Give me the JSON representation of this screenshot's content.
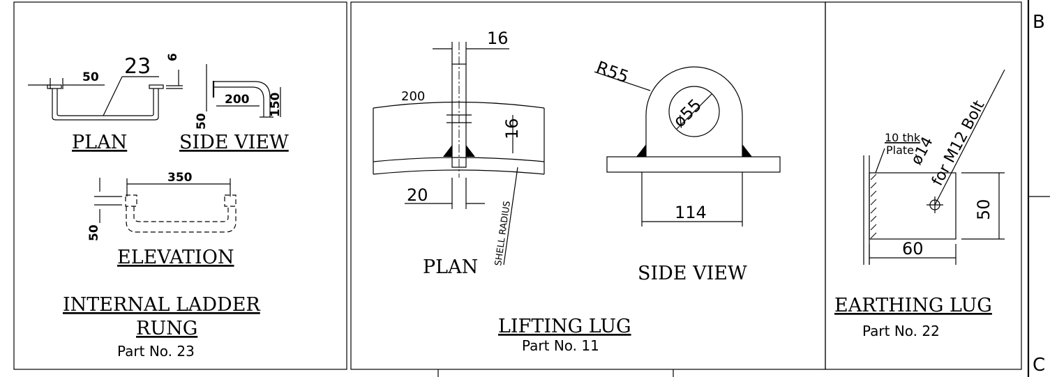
{
  "ladder_rung": {
    "dim_top": "23",
    "dim_50_top": "50",
    "dim_6": "6",
    "dim_200": "200",
    "dim_150": "150",
    "dim_50_side": "50",
    "plan_label": "PLAN",
    "side_view_label": "SIDE  VIEW",
    "dim_350": "350",
    "dim_50_elev": "50",
    "elevation_label": "ELEVATION",
    "title_line1": "INTERNAL  LADDER",
    "title_line2": "RUNG",
    "part_no": "Part No. 23"
  },
  "lifting_lug": {
    "dim_16_top": "16",
    "dim_200": "200",
    "dim_16_mid": "16",
    "dim_20": "20",
    "shell_radius": "SHELL RADIUS",
    "plan_label": "PLAN",
    "dim_r55": "R55",
    "dim_dia55": "ø55",
    "dim_114": "114",
    "side_view_label": "SIDE  VIEW",
    "title": "LIFTING  LUG",
    "part_no": "Part No. 11"
  },
  "earthing_lug": {
    "plate_line1": "10 thk",
    "plate_line2": "Plate",
    "bolt_line1": "ø14",
    "bolt_line2": "for M12 Bolt",
    "dim_50": "50",
    "dim_60": "60",
    "title": "EARTHING  LUG",
    "part_no": "Part No. 22"
  },
  "zone_letters": {
    "top": "B",
    "bottom": "C"
  }
}
